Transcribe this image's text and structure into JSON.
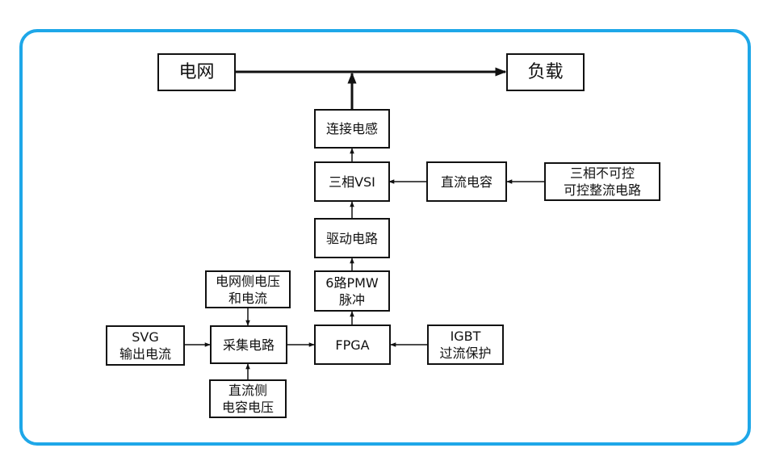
{
  "colors": {
    "frame": "#1ea7e8",
    "line": "#111111",
    "text": "#111111"
  },
  "nodes": {
    "grid": {
      "lines": [
        "电网"
      ]
    },
    "load": {
      "lines": [
        "负载"
      ]
    },
    "inductor": {
      "lines": [
        "连接电感"
      ]
    },
    "vsi": {
      "lines": [
        "三相VSI"
      ]
    },
    "dc_cap": {
      "lines": [
        "直流电容"
      ]
    },
    "rectifier": {
      "lines": [
        "三相不可控",
        "可控整流电路"
      ]
    },
    "driver": {
      "lines": [
        "驱动电路"
      ]
    },
    "pwm": {
      "lines": [
        "6路PMW",
        "脉冲"
      ]
    },
    "grid_vi": {
      "lines": [
        "电网侧电压",
        "和电流"
      ]
    },
    "svg_out": {
      "lines": [
        "SVG",
        "输出电流"
      ]
    },
    "sampling": {
      "lines": [
        "采集电路"
      ]
    },
    "fpga": {
      "lines": [
        "FPGA"
      ]
    },
    "igbt": {
      "lines": [
        "IGBT",
        "过流保护"
      ]
    },
    "dc_volt": {
      "lines": [
        "直流侧",
        "电容电压"
      ]
    }
  },
  "edges": [
    {
      "from": "grid",
      "to": "load"
    },
    {
      "from": "inductor",
      "to": "grid-load-line"
    },
    {
      "from": "vsi",
      "to": "inductor"
    },
    {
      "from": "dc_cap",
      "to": "vsi"
    },
    {
      "from": "rectifier",
      "to": "dc_cap"
    },
    {
      "from": "driver",
      "to": "vsi"
    },
    {
      "from": "pwm",
      "to": "driver"
    },
    {
      "from": "fpga",
      "to": "pwm"
    },
    {
      "from": "sampling",
      "to": "fpga"
    },
    {
      "from": "igbt",
      "to": "fpga"
    },
    {
      "from": "svg_out",
      "to": "sampling"
    },
    {
      "from": "grid_vi",
      "to": "sampling"
    },
    {
      "from": "dc_volt",
      "to": "sampling"
    }
  ]
}
